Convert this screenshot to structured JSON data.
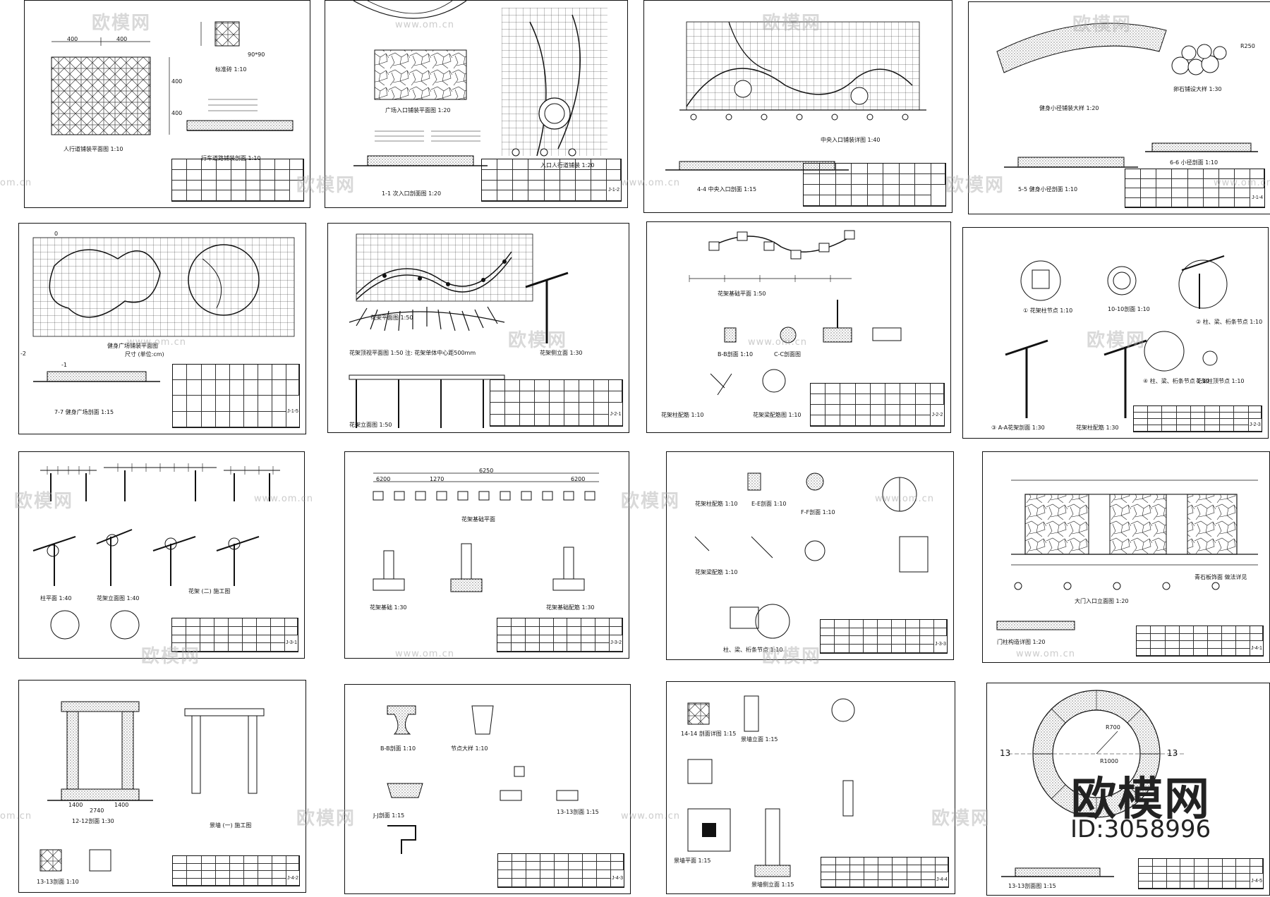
{
  "watermark": {
    "brand": "欧模网",
    "url": "www.om.cn",
    "site": "om.cn"
  },
  "brand_overlay": {
    "name": "欧模网",
    "id": "ID:3058996"
  },
  "sheets": [
    {
      "id": "s1",
      "code": "",
      "captions": [
        "人行道铺装平面图 1:10",
        "标准砖 1:10",
        "行车道路铺装剖面 1:10"
      ],
      "dims": [
        "400",
        "400",
        "400",
        "400",
        "90*90"
      ]
    },
    {
      "id": "s2",
      "code": "J-1-2",
      "captions": [
        "广场入口铺装平面图 1:20",
        "1-1 次入口剖面图 1:20",
        "入口人行道铺装 1:20"
      ],
      "dims": []
    },
    {
      "id": "s3",
      "code": "",
      "captions": [
        "中央入口铺装详图 1:40",
        "4-4 中央入口剖面 1:15"
      ],
      "dims": []
    },
    {
      "id": "s4",
      "code": "J-1-4",
      "captions": [
        "健身小径铺装大样 1:20",
        "5-5 健身小径剖面 1:10",
        "6-6 小径剖面 1:10",
        "卵石铺设大样 1:30"
      ],
      "dims": [
        "R250"
      ]
    },
    {
      "id": "s5",
      "code": "J-1-5",
      "captions": [
        "健身广场铺装平面图",
        "尺寸 (单位:cm)",
        "7-7 健身广场剖面 1:15"
      ],
      "dims": [
        "0",
        "-1",
        "-2"
      ]
    },
    {
      "id": "s6",
      "code": "J-2-1",
      "captions": [
        "花架平面图 1:50",
        "花架顶视平面图 1:50 注: 花架单体中心距500mm",
        "花架立面图 1:50",
        "花架侧立面 1:30"
      ],
      "dims": []
    },
    {
      "id": "s7",
      "code": "J-2-2",
      "captions": [
        "花架基础平面 1:50",
        "B-B剖面 1:10",
        "C-C剖面图",
        "花架柱配筋 1:10",
        "花架梁配筋图 1:10"
      ],
      "dims": []
    },
    {
      "id": "s8",
      "code": "J-2-3",
      "captions": [
        "① 花架柱节点 1:10",
        "10-10剖面 1:10",
        "② 柱、梁、桁条节点 1:10",
        "③ A-A花架剖面 1:30",
        "花架柱配筋 1:30",
        "④ 柱、梁、桁条节点 1:10",
        "花架柱顶节点 1:10"
      ],
      "dims": []
    },
    {
      "id": "s9",
      "code": "J-3-1",
      "captions": [
        "花架 (二) 施工图",
        "花架立面图 1:40",
        "柱平面 1:40"
      ],
      "dims": []
    },
    {
      "id": "s10",
      "code": "J-3-2",
      "captions": [
        "花架基础平面",
        "花架基础 1:30",
        "花架基础配筋 1:30"
      ],
      "dims": [
        "6250",
        "1270",
        "6200",
        "6200"
      ]
    },
    {
      "id": "s11",
      "code": "J-3-3",
      "captions": [
        "花架柱配筋 1:10",
        "E-E剖面 1:10",
        "F-F剖面 1:10",
        "花架梁配筋 1:10",
        "柱、梁、桁条节点 1:10"
      ],
      "dims": []
    },
    {
      "id": "s12",
      "code": "J-4-1",
      "captions": [
        "大门入口立面图 1:20",
        "门柱构造详图 1:20",
        "青石板饰面 做法详见"
      ],
      "dims": []
    },
    {
      "id": "s13",
      "code": "J-4-2",
      "captions": [
        "12-12剖面 1:30",
        "13-13剖面 1:10",
        "景墙 (一) 施工图"
      ],
      "dims": [
        "1400",
        "2740",
        "1400"
      ]
    },
    {
      "id": "s14",
      "code": "J-4-3",
      "captions": [
        "B-B剖面 1:10",
        "节点大样 1:10",
        "J-J剖面 1:15",
        "13-13剖面 1:15"
      ],
      "dims": []
    },
    {
      "id": "s15",
      "code": "J-4-4",
      "captions": [
        "14-14 剖面详图 1:15",
        "景墙立面 1:15",
        "景墙平面 1:15",
        "景墙侧立面 1:15"
      ],
      "dims": []
    },
    {
      "id": "s16",
      "code": "J-4-5",
      "captions": [
        "13-13剖面图 1:15",
        "R1000",
        "R700"
      ],
      "dims": [
        "13",
        "13"
      ]
    }
  ]
}
